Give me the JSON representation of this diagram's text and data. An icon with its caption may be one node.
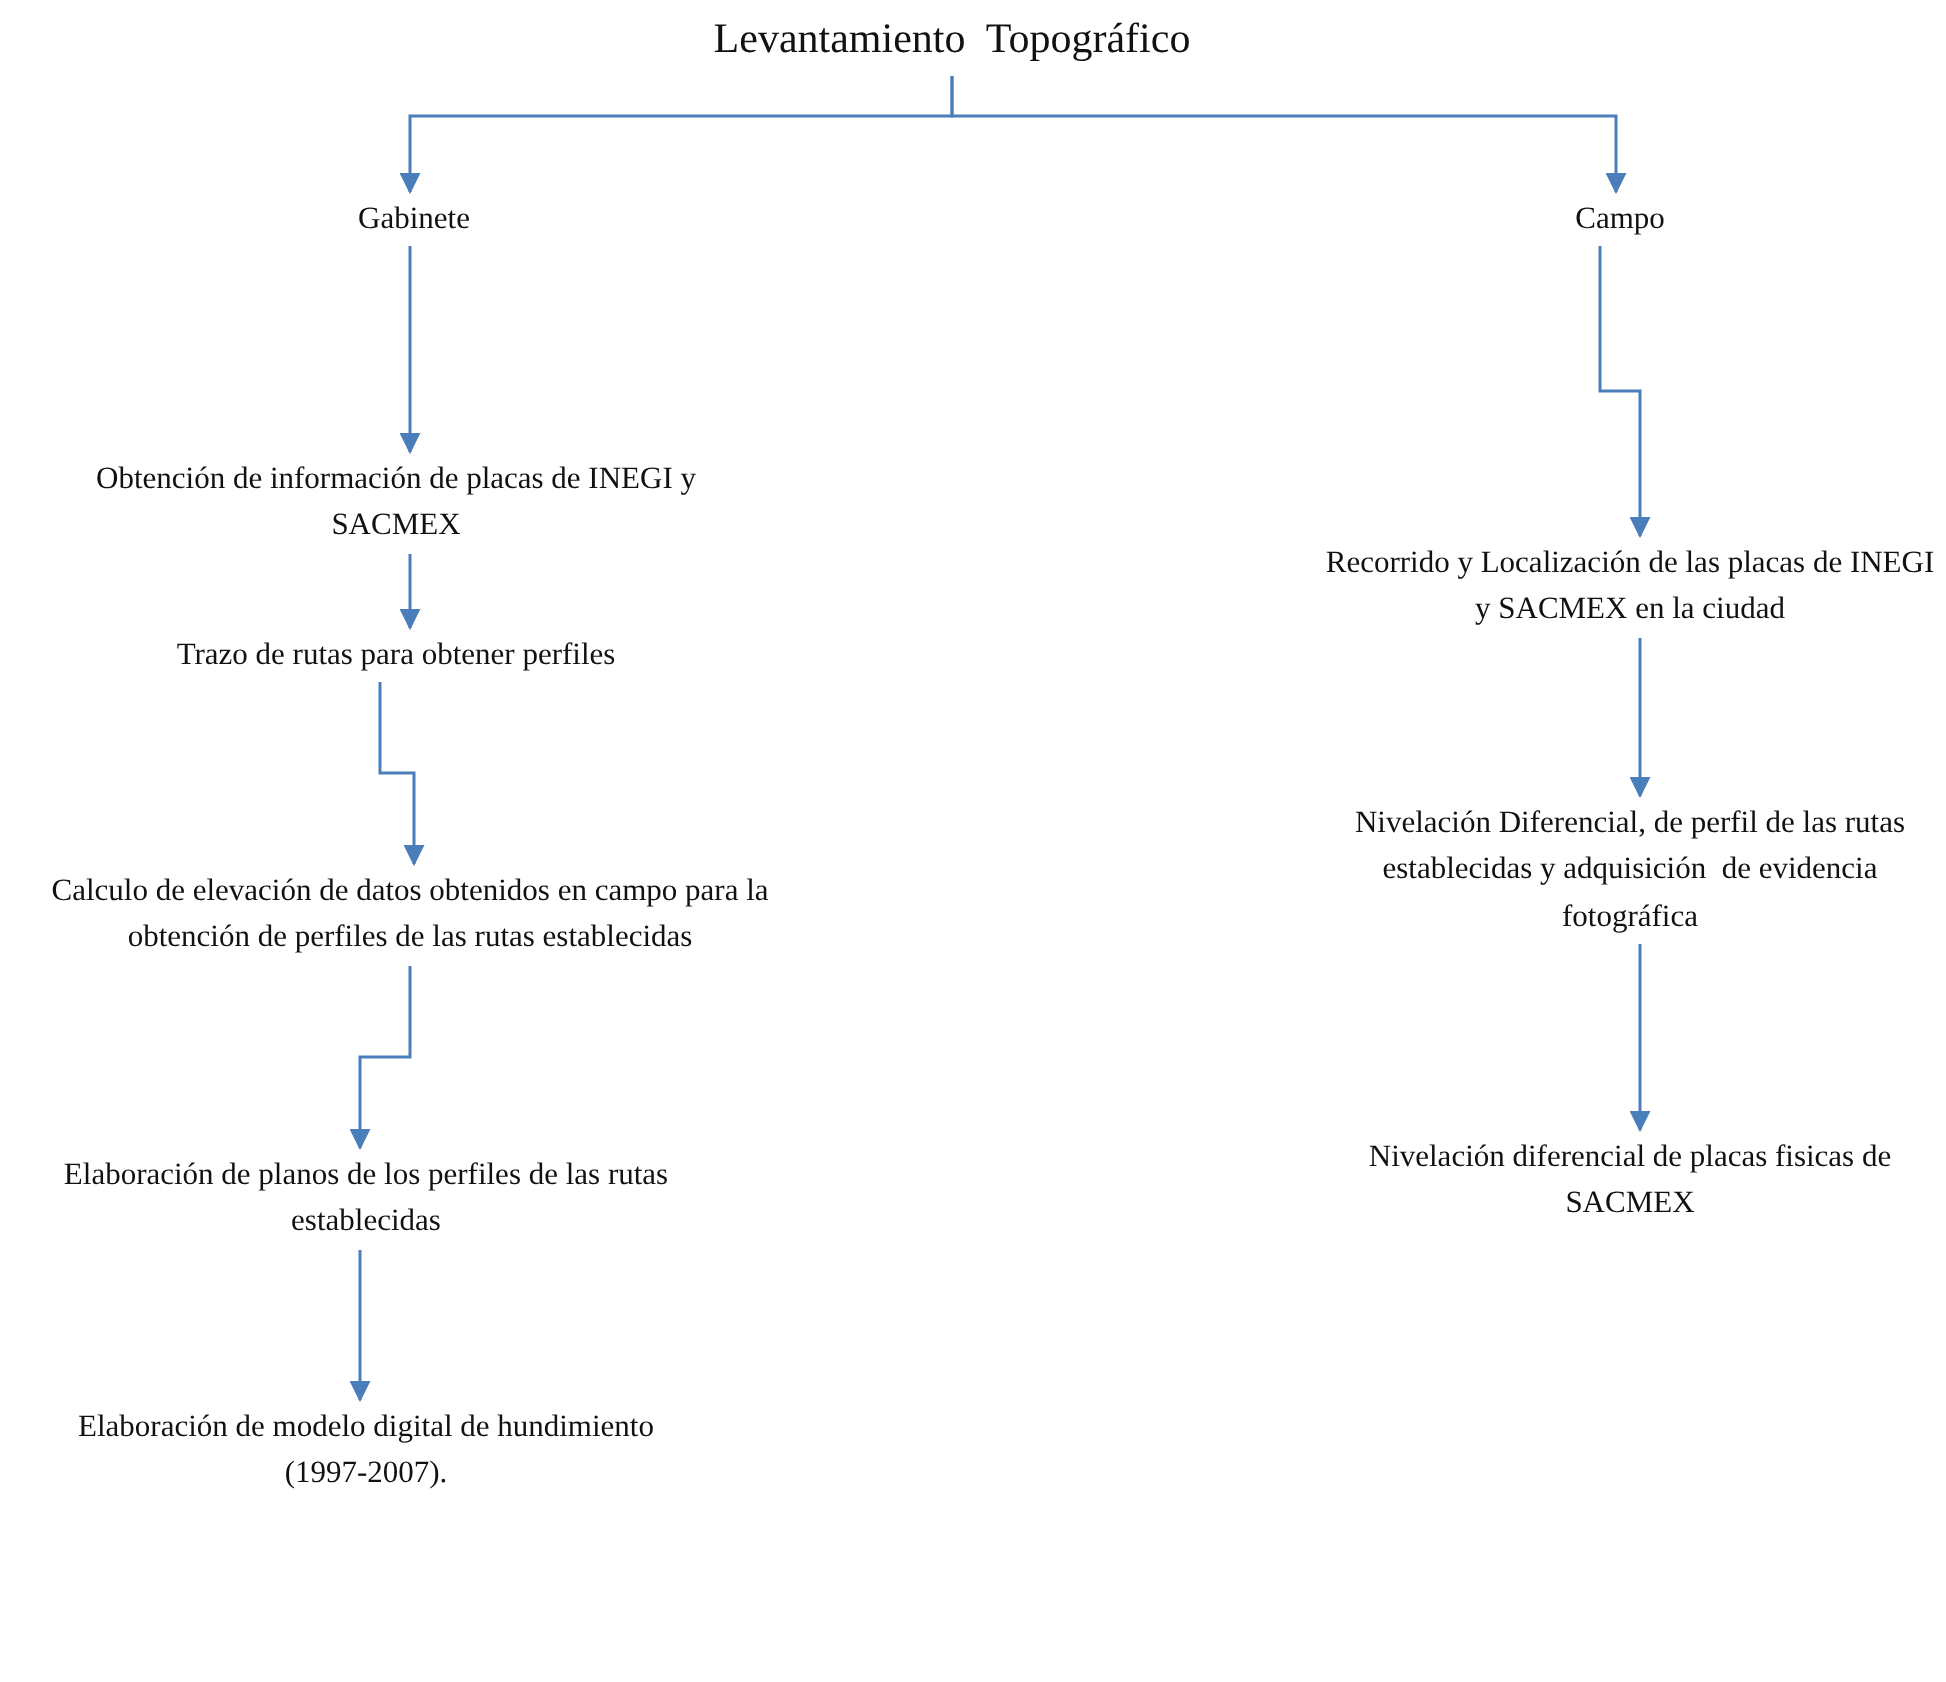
{
  "diagram": {
    "nodes": [
      {
        "text": [
          "Levantamiento  Topográfico"
        ]
      },
      {
        "text": [
          "Gabinete"
        ]
      },
      {
        "text": [
          "Campo"
        ]
      },
      {
        "text": [
          "Obtención de información de placas de INEGI y SACMEX"
        ]
      },
      {
        "text": [
          "Trazo de rutas para obtener perfiles"
        ]
      },
      {
        "text": [
          "Calculo de elevación de datos obtenidos en campo para la obtención de perfiles de las rutas establecidas"
        ]
      },
      {
        "text": [
          "Elaboración de planos de los perfiles de las rutas establecidas"
        ]
      },
      {
        "text": [
          "Elaboración de modelo digital de hundimiento  (1997-2007)."
        ]
      },
      {
        "text": [
          "Recorrido y Localización de las placas de INEGI y SACMEX en la ciudad"
        ]
      },
      {
        "text": [
          "Nivelación Diferencial, de perfil de las rutas establecidas y adquisición  de evidencia fotográfica"
        ]
      },
      {
        "text": [
          "Nivelación diferencial de placas fisicas de SACMEX"
        ]
      }
    ],
    "edges": [
      {
        "from": 0,
        "to": 1,
        "arrow": "to"
      },
      {
        "from": 0,
        "to": 2,
        "arrow": "to"
      },
      {
        "from": 1,
        "to": 3,
        "arrow": "to"
      },
      {
        "from": 3,
        "to": 4,
        "arrow": "to"
      },
      {
        "from": 4,
        "to": 5,
        "arrow": "to"
      },
      {
        "from": 5,
        "to": 6,
        "arrow": "to"
      },
      {
        "from": 6,
        "to": 7,
        "arrow": "to"
      },
      {
        "from": 2,
        "to": 8,
        "arrow": "to"
      },
      {
        "from": 8,
        "to": 9,
        "arrow": "to"
      },
      {
        "from": 9,
        "to": 10,
        "arrow": "to"
      }
    ]
  }
}
